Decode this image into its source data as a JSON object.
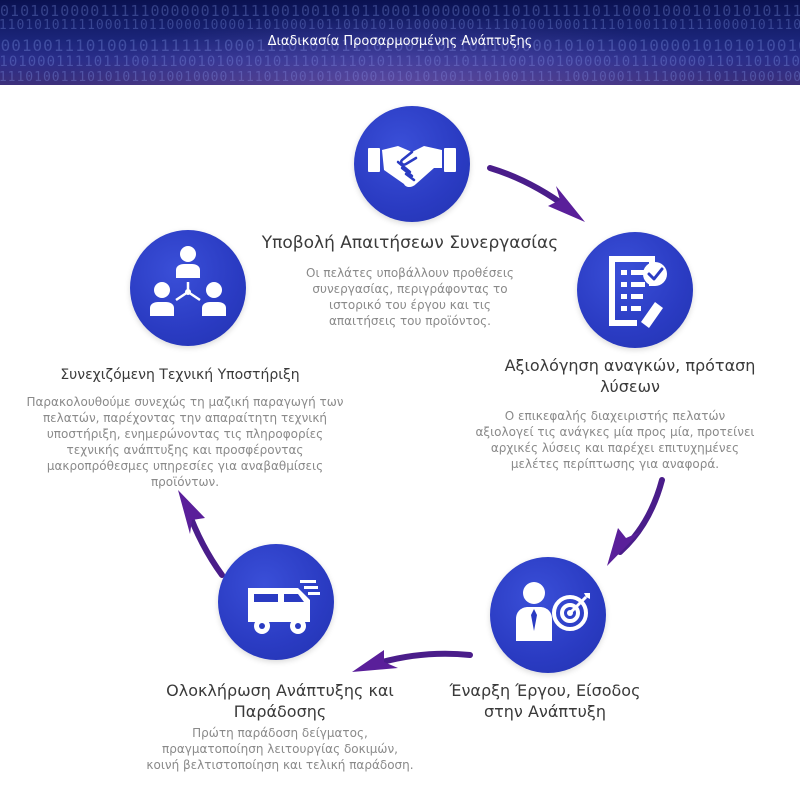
{
  "header": {
    "title": "Διαδικασία Προσαρμοσμένης Ανάπτυξης",
    "binary_rows": [
      "0010101000011111000000101111001001010110001000000011010111110110001000101010101111010010101001000101010010101",
      "1110101011110001101100001000011010001011010101010000100111101001000111101001101111000010111010110110101101",
      "0001001110100101111111000111010101110100110110110000010101100100001010101001010010101000110111101010100101",
      "1101000111101110011100101001010111011110101111001101111001001000001011100000110110101011111010000111010100",
      "0111010011101010110100100001111011001010100010101010011101001111110010001111100011011100010001000101010111"
    ]
  },
  "steps": [
    {
      "title": "Υποβολή Απαιτήσεων Συνεργασίας",
      "desc": [
        "Οι πελάτες υποβάλλουν προθέσεις",
        "συνεργασίας, περιγράφοντας το",
        "ιστορικό του έργου και τις",
        "απαιτήσεις του προϊόντος."
      ]
    },
    {
      "title": [
        "Αξιολόγηση αναγκών, πρόταση",
        "λύσεων"
      ],
      "desc": [
        "Ο επικεφαλής διαχειριστής πελατών",
        "αξιολογεί τις ανάγκες μία προς μία, προτείνει",
        "αρχικές λύσεις και παρέχει επιτυχημένες",
        "μελέτες περίπτωσης για αναφορά."
      ]
    },
    {
      "title": [
        "Έναρξη Έργου, Είσοδος",
        "στην Ανάπτυξη"
      ],
      "desc": []
    },
    {
      "title": [
        "Ολοκλήρωση Ανάπτυξης και",
        "Παράδοσης"
      ],
      "desc": [
        "Πρώτη παράδοση δείγματος,",
        "πραγματοποίηση λειτουργίας δοκιμών,",
        "κοινή βελτιστοποίηση και τελική παράδοση."
      ]
    },
    {
      "title": "Συνεχιζόμενη Τεχνική Υποστήριξη",
      "desc": [
        "Παρακολουθούμε συνεχώς τη μαζική παραγωγή των",
        "πελατών, παρέχοντας την απαραίτητη τεχνική",
        "υποστήριξη, ενημερώνοντας τις πληροφορίες",
        "τεχνικής ανάπτυξης και προσφέροντας",
        "μακροπρόθεσμες υπηρεσίες για αναβαθμίσεις",
        "προϊόντων."
      ]
    }
  ],
  "icons": [
    "handshake-icon",
    "checklist-icon",
    "target-businessman-icon",
    "delivery-truck-icon",
    "team-network-icon"
  ],
  "colors": {
    "circle": "#2a3bc2",
    "arrow": "#5a1f9a",
    "title": "#3a3a3a",
    "desc": "#8a8a8a"
  }
}
